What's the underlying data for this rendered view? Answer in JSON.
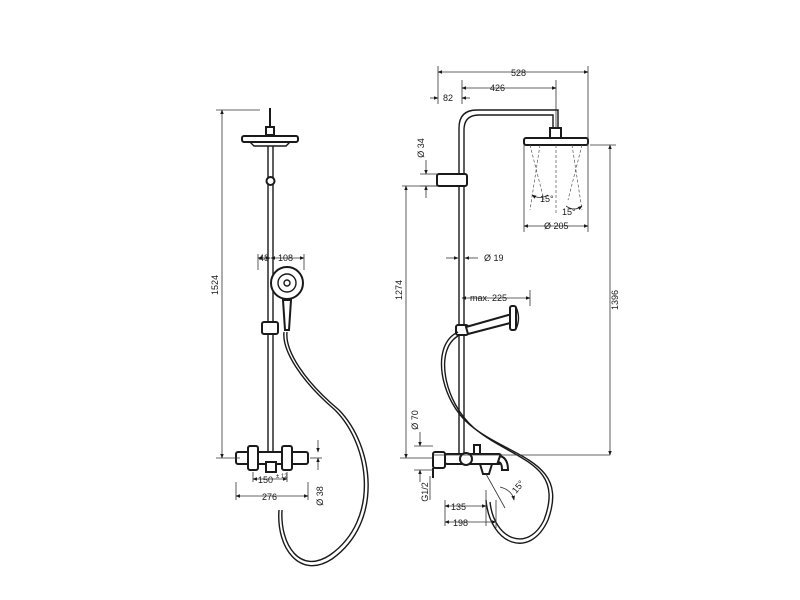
{
  "front_view": {
    "dims": {
      "overall_height": "1524",
      "shower_offset": "48",
      "handshower_width": "108",
      "valve_centers": "150",
      "valve_centers_tol": "± 12",
      "valve_width": "276",
      "valve_diameter": "Ø 38"
    }
  },
  "side_view": {
    "dims": {
      "rail_reach": "528",
      "arm_length": "426",
      "wall_offset": "82",
      "holder_diameter": "Ø 34",
      "riser_height": "1274",
      "rail_diameter": "Ø 19",
      "handshower_reach": "max. 225",
      "head_height": "1396",
      "tilt_left": "15°",
      "tilt_right": "15°",
      "head_diameter": "Ø 205",
      "mixer_diameter": "Ø 70",
      "thread": "G1/2",
      "spout_tilt": "15°",
      "spout_reach_short": "135",
      "spout_reach_long": "198"
    }
  }
}
